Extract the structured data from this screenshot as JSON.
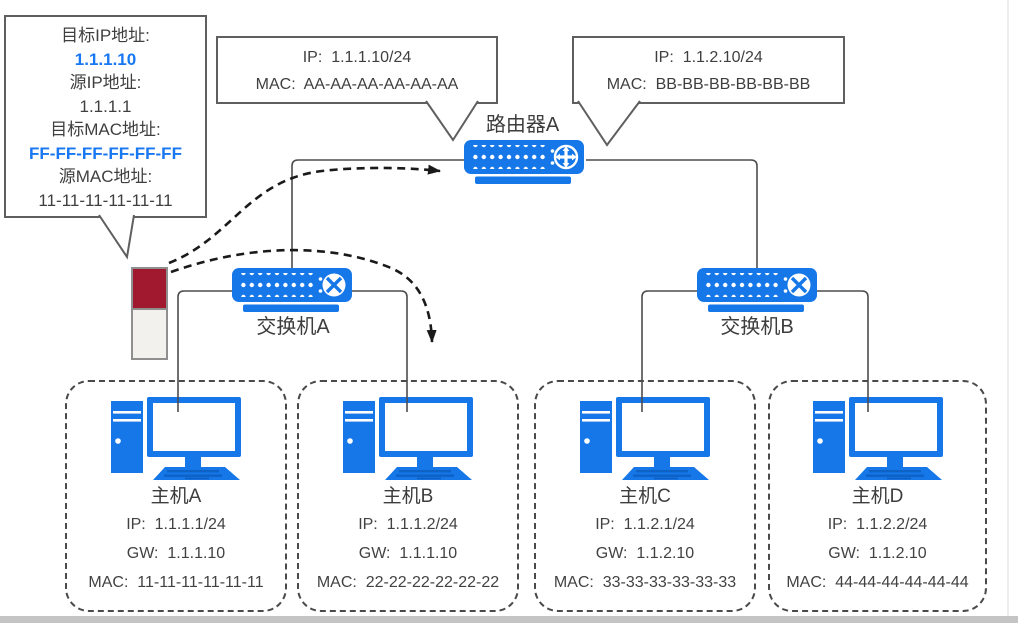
{
  "colors": {
    "device_blue": "#1677E8",
    "highlight_blue": "#1877F2",
    "packet_red": "#A0192F"
  },
  "packet_callout": {
    "lines": [
      "目标IP地址:",
      "1.1.1.10",
      "源IP地址:",
      "1.1.1.1",
      "目标MAC地址:",
      "FF-FF-FF-FF-FF-FF",
      "源MAC地址:",
      "11-11-11-11-11-11"
    ]
  },
  "router_callout_left": {
    "line1": "IP:  1.1.1.10/24",
    "line2": "MAC:  AA-AA-AA-AA-AA-AA"
  },
  "router_callout_right": {
    "line1": "IP:  1.1.2.10/24",
    "line2": "MAC:  BB-BB-BB-BB-BB-BB"
  },
  "devices": {
    "router_a": "路由器A",
    "switch_a": "交换机A",
    "switch_b": "交换机B"
  },
  "hosts": [
    {
      "name": "主机A",
      "ip": "IP:  1.1.1.1/24",
      "gw": "GW:  1.1.1.10",
      "mac": "MAC:  11-11-11-11-11-11"
    },
    {
      "name": "主机B",
      "ip": "IP:  1.1.1.2/24",
      "gw": "GW:  1.1.1.10",
      "mac": "MAC:  22-22-22-22-22-22"
    },
    {
      "name": "主机C",
      "ip": "IP:  1.1.2.1/24",
      "gw": "GW:  1.1.2.10",
      "mac": "MAC:  33-33-33-33-33-33"
    },
    {
      "name": "主机D",
      "ip": "IP:  1.1.2.2/24",
      "gw": "GW:  1.1.2.10",
      "mac": "MAC:  44-44-44-44-44-44"
    }
  ]
}
